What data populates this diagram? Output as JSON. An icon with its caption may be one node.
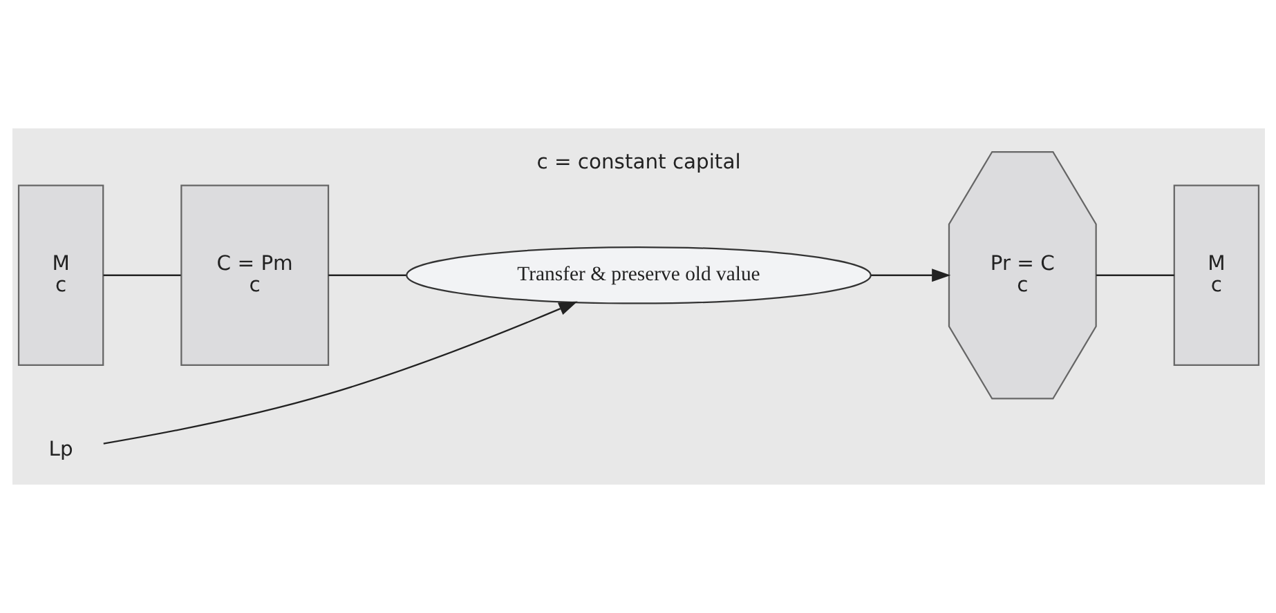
{
  "diagram": {
    "nodes": [
      {
        "text": [
          "M",
          "c"
        ]
      },
      {
        "text": [
          "C = Pm",
          "c"
        ]
      },
      {
        "text": [
          "Transfer & preserve old value"
        ]
      },
      {
        "text": [
          "Pr = C",
          "c"
        ]
      },
      {
        "text": [
          "M",
          "c"
        ]
      },
      {
        "text": [
          "Lp"
        ]
      }
    ],
    "edges": [
      {
        "from": 0,
        "to": 1,
        "arrow": "none"
      },
      {
        "from": 1,
        "to": 2,
        "arrow": "none"
      },
      {
        "from": 2,
        "to": 3,
        "arrow": "to"
      },
      {
        "from": 3,
        "to": 4,
        "arrow": "none"
      },
      {
        "from": 5,
        "to": 2,
        "arrow": "to"
      }
    ],
    "labels": [
      "c = constant capital"
    ]
  }
}
